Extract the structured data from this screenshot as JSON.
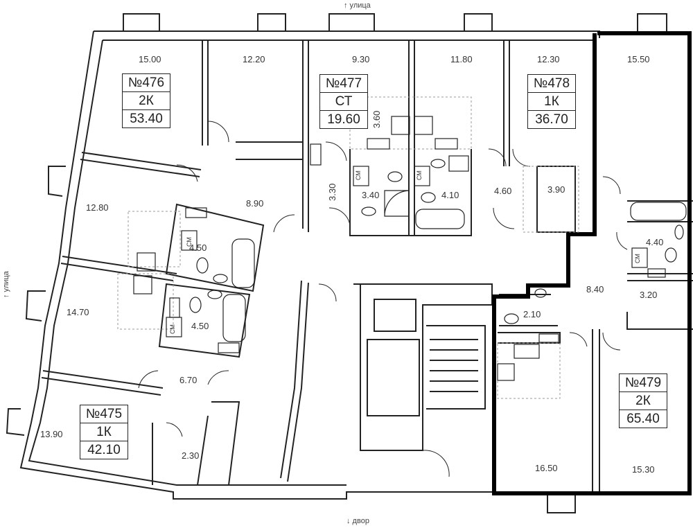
{
  "directions": {
    "top": "↑ улица",
    "left": "↑ улица",
    "bottom": "↓ двор"
  },
  "apartments": [
    {
      "number": "№476",
      "type": "2К",
      "area": "53.40"
    },
    {
      "number": "№477",
      "type": "СТ",
      "area": "19.60"
    },
    {
      "number": "№478",
      "type": "1К",
      "area": "36.70"
    },
    {
      "number": "№479",
      "type": "2К",
      "area": "65.40"
    },
    {
      "number": "№475",
      "type": "1К",
      "area": "42.10"
    }
  ],
  "room_areas": [
    "15.00",
    "12.20",
    "9.30",
    "11.80",
    "12.30",
    "15.50",
    "3.60",
    "3.30",
    "3.40",
    "4.10",
    "4.60",
    "3.90",
    "12.80",
    "8.90",
    "4.50",
    "14.70",
    "4.50",
    "6.70",
    "13.90",
    "2.30",
    "4.40",
    "8.40",
    "3.20",
    "2.10",
    "16.50",
    "15.30"
  ],
  "fixture_labels": [
    "СМ",
    "СМ",
    "СМ",
    "СМ",
    "СМ"
  ],
  "colors": {
    "wall": "#222222",
    "highlight_wall": "#000000",
    "dashed": "#999999",
    "background": "#ffffff"
  }
}
